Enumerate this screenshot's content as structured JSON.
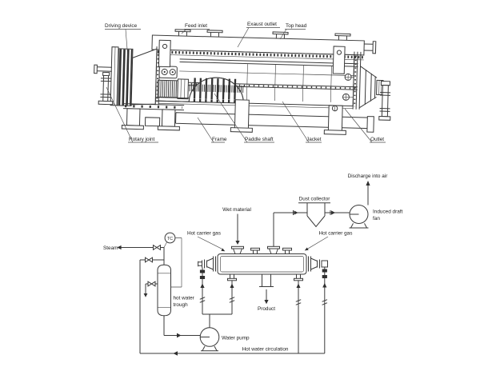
{
  "colors": {
    "background": "#ffffff",
    "line": "#3a3a3a",
    "text": "#1b1b1b"
  },
  "machine_drawing": {
    "labels": {
      "driving_device": "Driving device",
      "feed_inlet": "Feed inlet",
      "exaust_outlet": "Exaust outlet",
      "top_head": "Top head",
      "rotary_joint": "Rotary joint",
      "frame": "Frame",
      "paddle_shaft": "Paddle shaft",
      "jacket": "Jacket",
      "outlet": "Outlet"
    }
  },
  "flow_diagram": {
    "labels": {
      "discharge_into_air": "Discharge into air",
      "dust_collector": "Dust collector",
      "induced_draft_fan_line1": "Induced draft",
      "induced_draft_fan_line2": "fan",
      "wet_material": "Wet material",
      "hot_carrier_gas_left": "Hot carrier gas",
      "hot_carrier_gas_right": "Hot carrier gas",
      "steam": "Steam",
      "controller": "TC",
      "hot_water_trough_line1": "hot water",
      "hot_water_trough_line2": "trough",
      "product": "Product",
      "water_pump": "Water pump",
      "hot_water_circulation": "Hot water circulation"
    }
  }
}
